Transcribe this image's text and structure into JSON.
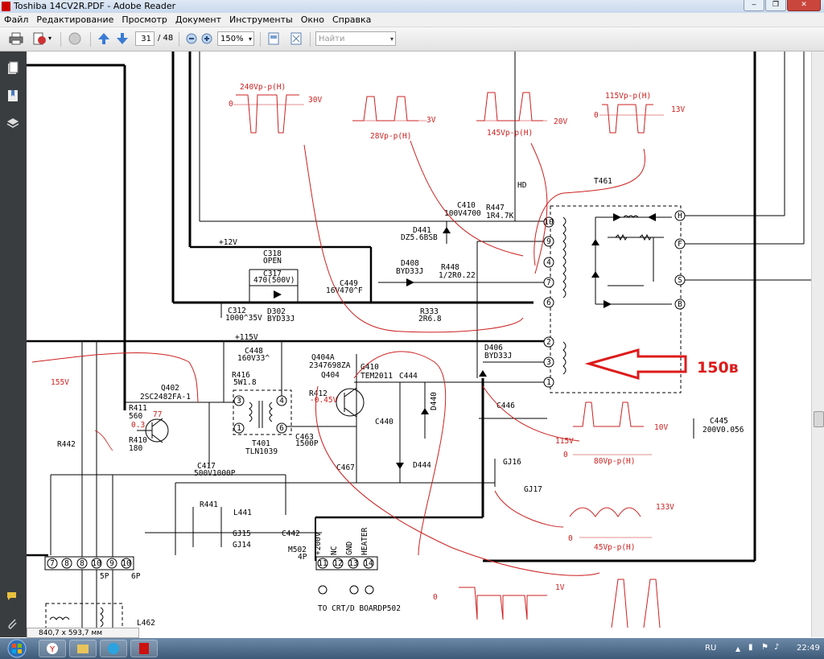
{
  "window": {
    "title": "Toshiba 14CV2R.PDF - Adobe Reader",
    "buttons": [
      "‒",
      "❐",
      "✕"
    ]
  },
  "menu": [
    "Файл",
    "Редактирование",
    "Просмотр",
    "Документ",
    "Инструменты",
    "Окно",
    "Справка"
  ],
  "toolbar": {
    "page_current": "31",
    "page_total": "/ 48",
    "zoom": "150%",
    "search_placeholder": "Найти"
  },
  "status": {
    "page_size": "840,7 x 593,7 мм"
  },
  "taskbar": {
    "lang": "RU",
    "time": "22:49"
  },
  "schematic": {
    "annotation_big": "150в",
    "labels_black": {
      "hd": "HD",
      "t461": "T461",
      "plus12": "+12V",
      "plus115": "+115V",
      "c410": "C410",
      "c410v": "100V4700",
      "r447": "R447",
      "r447v": "1R4.7K",
      "d441": "D441",
      "d441v": "DZ5.6BSB",
      "d408": "D408",
      "d408v": "BYD33J",
      "r448": "R448",
      "r448v": "1/2R0.22",
      "c318": "C318",
      "c318v": "OPEN",
      "c317": "C317",
      "c317v": "470(500V)",
      "c449": "C449",
      "c449v": "16V470^F",
      "c312": "C312",
      "c312v": "1000^35V",
      "d302": "D302",
      "d302v": "BYD33J",
      "r333": "R333",
      "r333v": "2R6.8",
      "c448": "C448",
      "c448v": "160V33^",
      "r416": "R416",
      "r416v": "5W1.8",
      "q404a": "Q404A",
      "q404av": "2347698ZA",
      "q404": "Q404",
      "g410": "G410",
      "tem": "TEM2011",
      "c444": "C444",
      "d406": "D406",
      "d406v": "BYD33J",
      "d440": "D440",
      "c446": "C446",
      "c445": "C445",
      "c445v": "200V0.056",
      "q402": "Q402",
      "q402v": "2SC2482FA-1",
      "r411": "R411",
      "r411v": "560",
      "r410": "R410",
      "r410v": "180",
      "r412": "R412",
      "c440": "C440",
      "t401": "T401",
      "t401v": "TLN1039",
      "c463": "C463",
      "c463v": "1500P",
      "c417": "C417",
      "c417v": "500V1000P",
      "c467": "C467",
      "d444": "D444",
      "gj16": "GJ16",
      "gj17": "GJ17",
      "r442": "R442",
      "r441": "R441",
      "l441": "L441",
      "gj15": "GJ15",
      "gj14": "GJ14",
      "c442": "C442",
      "m502": "M502",
      "m502v": "4P",
      "p200": "+200V",
      "nc": "NC",
      "gnd": "GND",
      "heater": "HEATER",
      "to_crt": "TO CRT/D BOARDP502",
      "l462": "L462",
      "p5": "5P",
      "p6": "6P"
    },
    "labels_red": {
      "w240": "240Vp-p(H)",
      "w30": "30V",
      "w28": "28Vp-p(H)",
      "w3": "3V",
      "w145": "145Vp-p(H)",
      "w20": "20V",
      "w115": "115Vp-p(H)",
      "w13": "13V",
      "w155": "155V",
      "w03": "0.3",
      "w77": "77",
      "w045": "-0.45V",
      "w10": "10V",
      "w115v": "115V",
      "w80": "80Vp-p(H)",
      "w133": "133V",
      "w45": "45Vp-p(H)",
      "w1v": "1V",
      "zero": "0"
    },
    "connector_pins": [
      "7",
      "8",
      "8",
      "10",
      "9",
      "10"
    ],
    "m502_pins": [
      "11",
      "12",
      "13",
      "14"
    ],
    "fbt_pins_top": [
      "10",
      "9",
      "4",
      "7",
      "6"
    ],
    "fbt_pins_bottom": [
      "2",
      "3",
      "1"
    ],
    "right_terminals": [
      "H",
      "F",
      "S",
      "B"
    ]
  }
}
